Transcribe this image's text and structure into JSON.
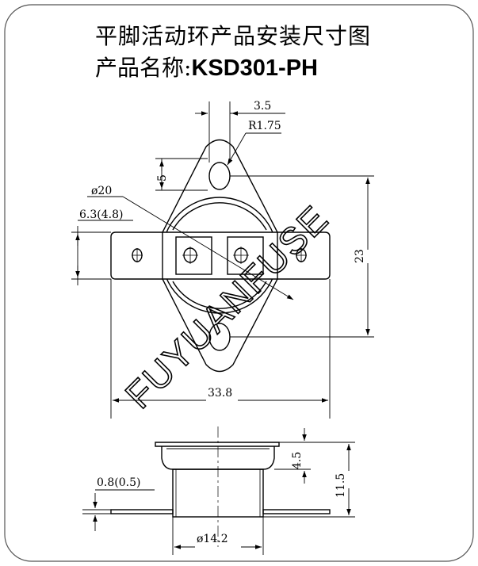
{
  "title": {
    "main": "平脚活动环产品安装尺寸图",
    "product_label": "产品名称:",
    "product_model": "KSD301-PH"
  },
  "watermark": "FUYUANFUSE",
  "dimensions": {
    "hole_spacing": "3.5",
    "hole_radius": "R1.75",
    "hole_offset": "5",
    "body_diameter": "ø20",
    "tab_width": "6.3(4.8)",
    "mount_height": "23",
    "overall_width": "33.8",
    "flange_height": "4.5",
    "total_height": "11.5",
    "tab_thickness": "0.8(0.5)",
    "cap_diameter": "ø14.2"
  }
}
